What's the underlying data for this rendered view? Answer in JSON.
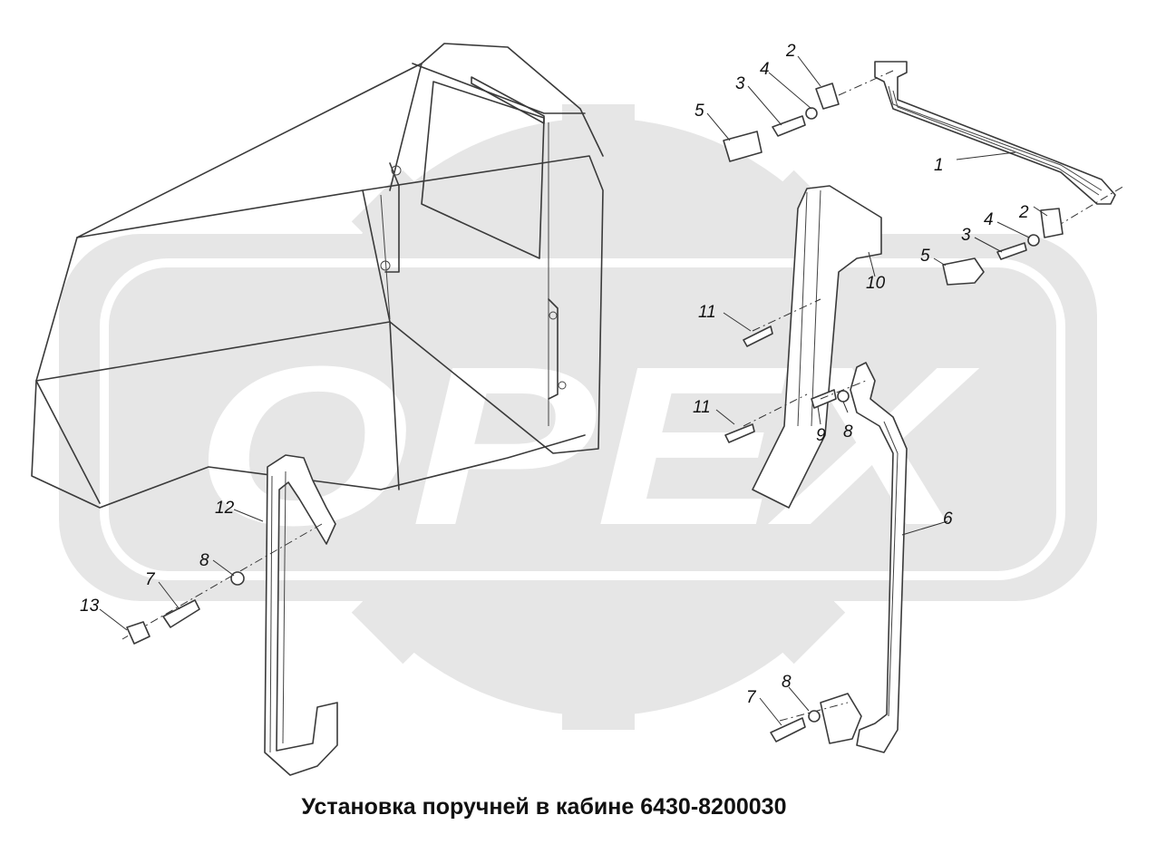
{
  "caption": "Установка поручней в кабине 6430-8200030",
  "watermark": {
    "text": "OPEX",
    "color": "#d4d4d4",
    "light_color": "#e6e6e6"
  },
  "callouts": [
    {
      "id": "c1",
      "label": "1"
    },
    {
      "id": "c2a",
      "label": "2"
    },
    {
      "id": "c2b",
      "label": "2"
    },
    {
      "id": "c3a",
      "label": "3"
    },
    {
      "id": "c3b",
      "label": "3"
    },
    {
      "id": "c4a",
      "label": "4"
    },
    {
      "id": "c4b",
      "label": "4"
    },
    {
      "id": "c5a",
      "label": "5"
    },
    {
      "id": "c5b",
      "label": "5"
    },
    {
      "id": "c6",
      "label": "6"
    },
    {
      "id": "c7a",
      "label": "7"
    },
    {
      "id": "c7b",
      "label": "7"
    },
    {
      "id": "c8a",
      "label": "8"
    },
    {
      "id": "c8b",
      "label": "8"
    },
    {
      "id": "c8c",
      "label": "8"
    },
    {
      "id": "c9",
      "label": "9"
    },
    {
      "id": "c10",
      "label": "10"
    },
    {
      "id": "c11a",
      "label": "11"
    },
    {
      "id": "c11b",
      "label": "11"
    },
    {
      "id": "c12",
      "label": "12"
    },
    {
      "id": "c13",
      "label": "13"
    }
  ]
}
